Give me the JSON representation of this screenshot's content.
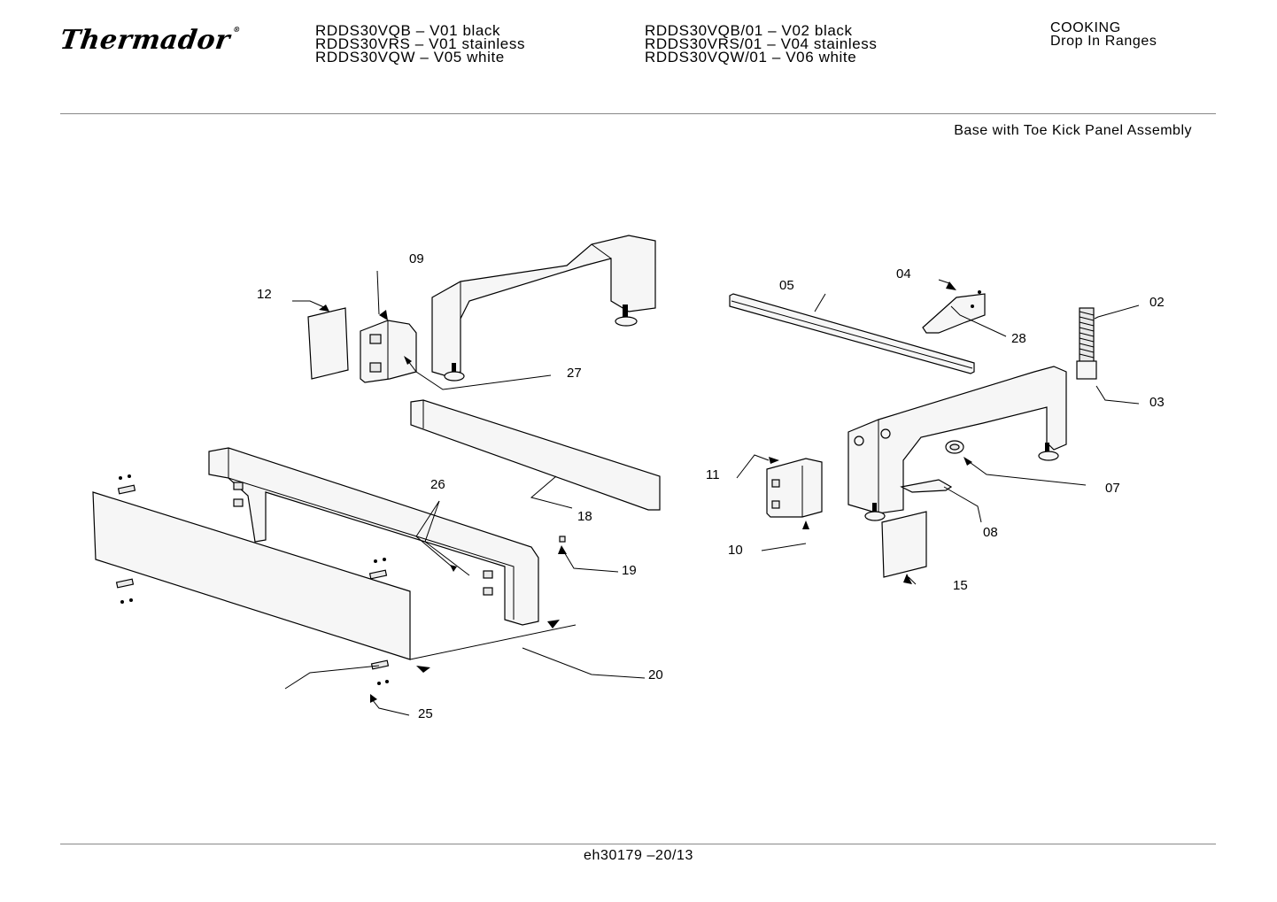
{
  "header": {
    "brand": "Thermador",
    "brand_mark": "®",
    "models_col1": [
      "RDDS30VQB – V01 black",
      "RDDS30VRS – V01 stainless",
      "RDDS30VQW – V05 white"
    ],
    "models_col2": [
      "RDDS30VQB/01 – V02 black",
      "RDDS30VRS/01 – V04 stainless",
      "RDDS30VQW/01 – V06 white"
    ],
    "category": [
      "COOKING",
      "Drop In Ranges"
    ]
  },
  "diagram": {
    "title": "Base with Toe Kick Panel Assembly",
    "callouts": [
      "09",
      "12",
      "27",
      "05",
      "04",
      "28",
      "02",
      "03",
      "18",
      "26",
      "11",
      "10",
      "07",
      "08",
      "15",
      "19",
      "20",
      "25"
    ]
  },
  "footer": {
    "doc_id": "eh30179 –20/13"
  }
}
